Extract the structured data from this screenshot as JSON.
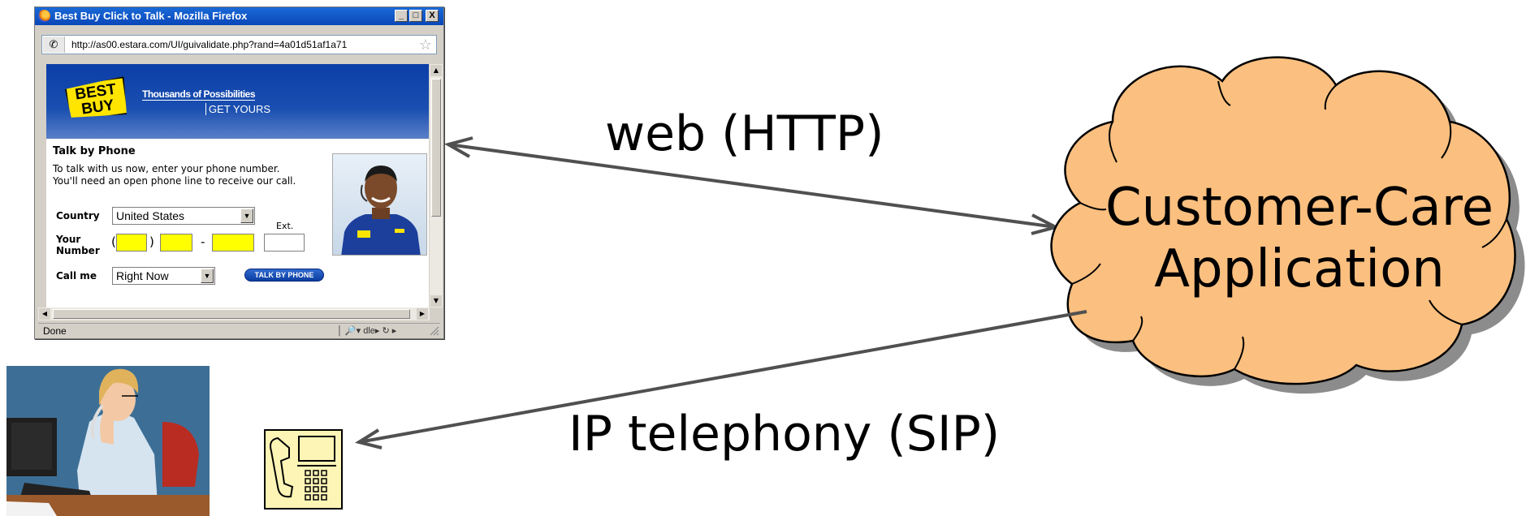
{
  "browser": {
    "window_title": "Best Buy Click to Talk - Mozilla Firefox",
    "url": "http://as00.estara.com/UI/guivalidate.php?rand=4a01d51af1a71",
    "status": "Done",
    "status_icons": "│ 🔎▾ dle▸ ↻ ▸",
    "window_buttons": [
      "_",
      "□",
      "X"
    ],
    "icons": [
      "firefox-icon",
      "phone-handset-icon",
      "bookmark-star-icon"
    ]
  },
  "bestbuy": {
    "logo_line1": "BEST",
    "logo_line2": "BUY",
    "tagline1": "Thousands of Possibilities",
    "tagline2": "GET YOURS",
    "heading": "Talk by Phone",
    "line1": "To talk with us now, enter your phone number.",
    "line2": "You'll need an open phone line to receive our call.",
    "country_label": "Country",
    "country_value": "United States",
    "number_label_1": "Your",
    "number_label_2": "Number",
    "ext_label": "Ext.",
    "paren_open": "(",
    "paren_close": ")",
    "dash": "-",
    "callme_label": "Call me",
    "callme_value": "Right Now",
    "button_label": "TALK BY PHONE"
  },
  "diagram": {
    "web_label": "web (HTTP)",
    "sip_label": "IP telephony (SIP)",
    "cloud_line1": "Customer-Care",
    "cloud_line2": "Application"
  },
  "colors": {
    "cloud_fill": "#fbbf7f",
    "cloud_shadow": "#8c8c8c",
    "bestbuy_blue": "#0b3ea8",
    "bestbuy_yellow": "#ffe500",
    "phone_field_yellow": "#ffff00",
    "phone_icon_fill": "#fdf5b6"
  }
}
